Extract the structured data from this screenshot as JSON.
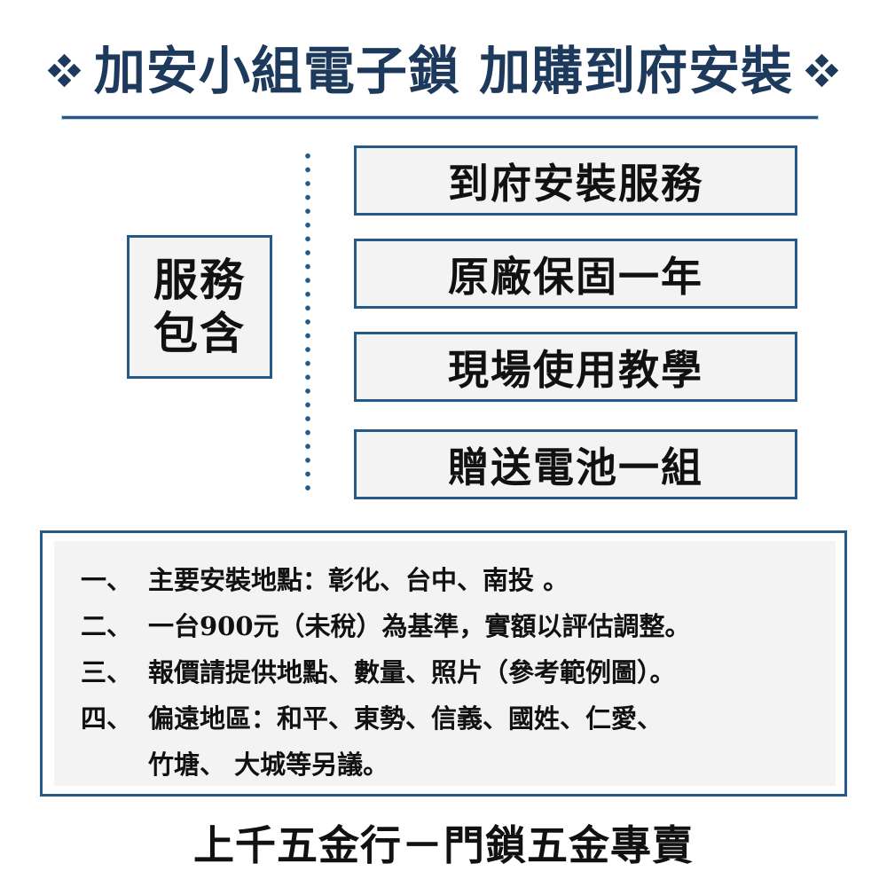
{
  "header": {
    "title": "加安小組電子鎖 加購到府安裝",
    "decoration_icon": "four-diamond-ornament",
    "accent_color": "#1d3a5c",
    "rule_color": "#2a5680"
  },
  "services": {
    "label_line1": "服務",
    "label_line2": "包含",
    "items": [
      {
        "label": "到府安裝服務"
      },
      {
        "label": "原廠保固一年"
      },
      {
        "label": "現場使用教學"
      },
      {
        "label": "贈送電池一組"
      }
    ],
    "border_color": "#245a88",
    "box_fill": "#f3f3f3"
  },
  "notes": {
    "items": [
      {
        "num": "一、",
        "text": "主要安裝地點：彰化、台中、南投 。"
      },
      {
        "num": "二、",
        "text": "一台900元（未稅）為基準，實額以評估調整。"
      },
      {
        "num": "三、",
        "text": "報價請提供地點、數量、照片（參考範例圖）。"
      },
      {
        "num": "四、",
        "text": "偏遠地區：和平、東勢、信義、國姓、仁愛、"
      }
    ],
    "continuation": "竹塘、 大城等另議。"
  },
  "footer": {
    "text": "上千五金行－門鎖五金專賣"
  }
}
